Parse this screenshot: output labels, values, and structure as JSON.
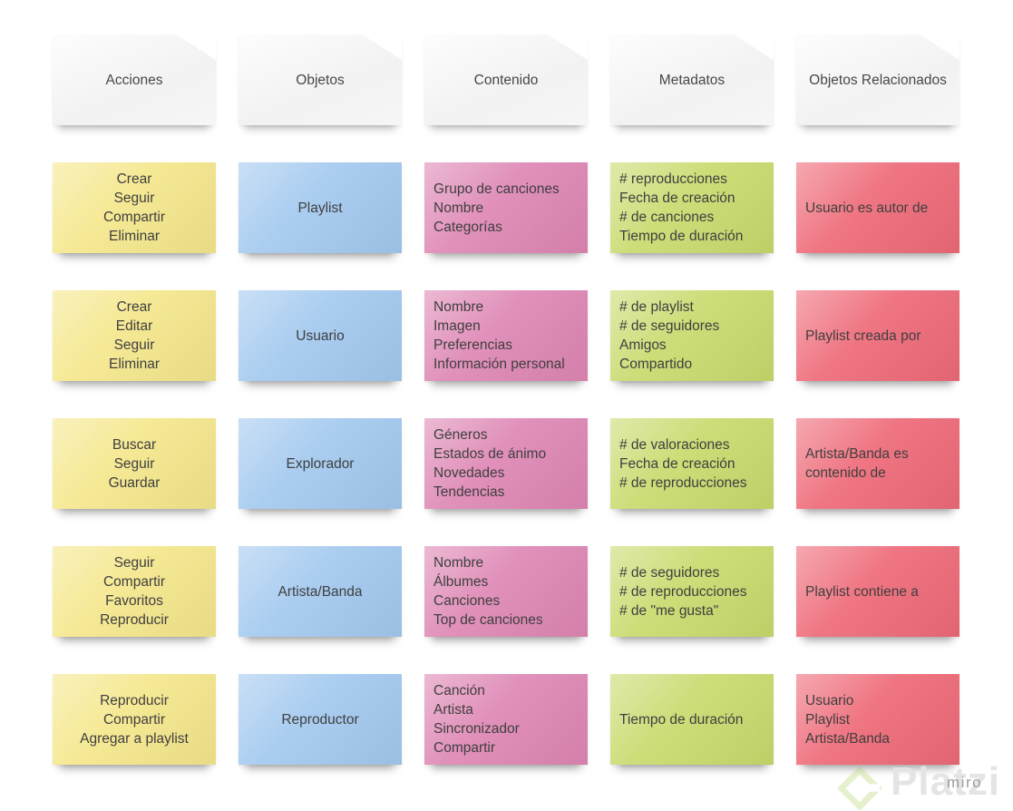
{
  "colors": {
    "ink": "#3f3f3f",
    "note_yellow": "#f5e78c",
    "note_blue": "#a3c9ef",
    "note_pink": "#de87b4",
    "note_green": "#c9da6d",
    "note_red": "#ee6a78",
    "note_header": "#f4f4f5",
    "platzi_green": "#a5ce4e",
    "platzi_text": "#e4e4e4",
    "miro_gray": "#9b9b9b"
  },
  "board": {
    "columns": [
      {
        "header": "Acciones",
        "note_color": "yellow",
        "notes": [
          [
            "Crear",
            "Seguir",
            "Compartir",
            "Eliminar"
          ],
          [
            "Crear",
            "Editar",
            "Seguir",
            "Eliminar"
          ],
          [
            "Buscar",
            "Seguir",
            "Guardar"
          ],
          [
            "Seguir",
            "Compartir",
            "Favoritos",
            "Reproducir"
          ],
          [
            "Reproducir",
            "Compartir",
            "Agregar a playlist"
          ]
        ]
      },
      {
        "header": "Objetos",
        "note_color": "blue",
        "notes": [
          [
            "Playlist"
          ],
          [
            "Usuario"
          ],
          [
            "Explorador"
          ],
          [
            "Artista/Banda"
          ],
          [
            "Reproductor"
          ]
        ]
      },
      {
        "header": "Contenido",
        "note_color": "pink",
        "notes": [
          [
            "Grupo de canciones",
            "Nombre",
            "Categorías"
          ],
          [
            "Nombre",
            "Imagen",
            "Preferencias",
            "Información personal"
          ],
          [
            "Géneros",
            "Estados de ánimo",
            "Novedades",
            "Tendencias"
          ],
          [
            "Nombre",
            "Álbumes",
            "Canciones",
            "Top de canciones"
          ],
          [
            "Canción",
            "Artista",
            "Sincronizador",
            "Compartir"
          ]
        ]
      },
      {
        "header": "Metadatos",
        "note_color": "green",
        "notes": [
          [
            "# reproducciones",
            "Fecha de creación",
            "# de canciones",
            "Tiempo de duración"
          ],
          [
            "# de playlist",
            "# de seguidores",
            "Amigos",
            "Compartido"
          ],
          [
            "# de valoraciones",
            "Fecha de creación",
            "# de reproducciones"
          ],
          [
            "# de seguidores",
            "# de reproducciones",
            "# de \"me gusta\""
          ],
          [
            "Tiempo de duración"
          ]
        ]
      },
      {
        "header": "Objetos Relacionados",
        "note_color": "red",
        "notes": [
          [
            "Usuario es autor de"
          ],
          [
            "Playlist creada por"
          ],
          [
            "Artista/Banda es contenido de"
          ],
          [
            "Playlist contiene a"
          ],
          [
            "Usuario",
            "Playlist",
            "Artista/Banda"
          ]
        ]
      }
    ]
  },
  "watermark": {
    "platzi": "Platzi",
    "miro": "miro"
  }
}
